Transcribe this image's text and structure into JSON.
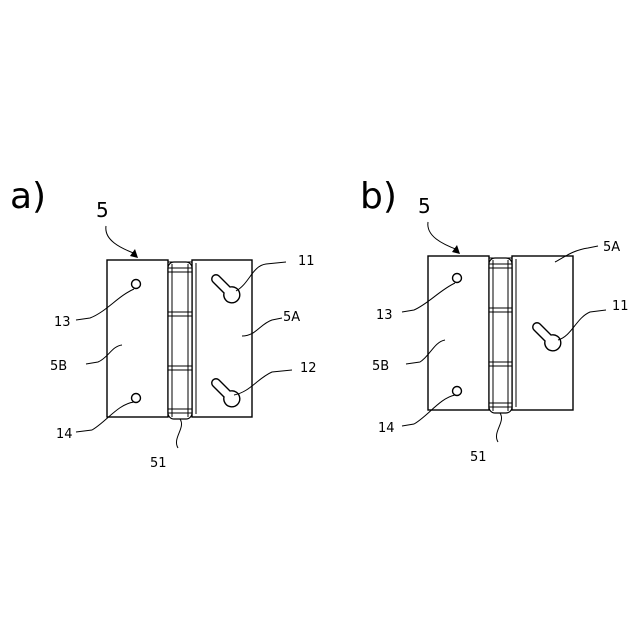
{
  "panels": {
    "a": {
      "tag": "a)",
      "labels": {
        "assembly": "5",
        "keyhole_upper": "11",
        "keyhole_lower": "12",
        "hole_upper": "13",
        "hole_lower": "14",
        "leaf_right": "5A",
        "leaf_left": "5B",
        "pin": "51"
      }
    },
    "b": {
      "tag": "b)",
      "labels": {
        "assembly": "5",
        "leaf_right": "5A",
        "keyhole": "11",
        "hole_upper": "13",
        "leaf_left": "5B",
        "hole_lower": "14",
        "pin": "51"
      }
    }
  },
  "colors": {
    "line": "#000000",
    "background": "#ffffff"
  }
}
